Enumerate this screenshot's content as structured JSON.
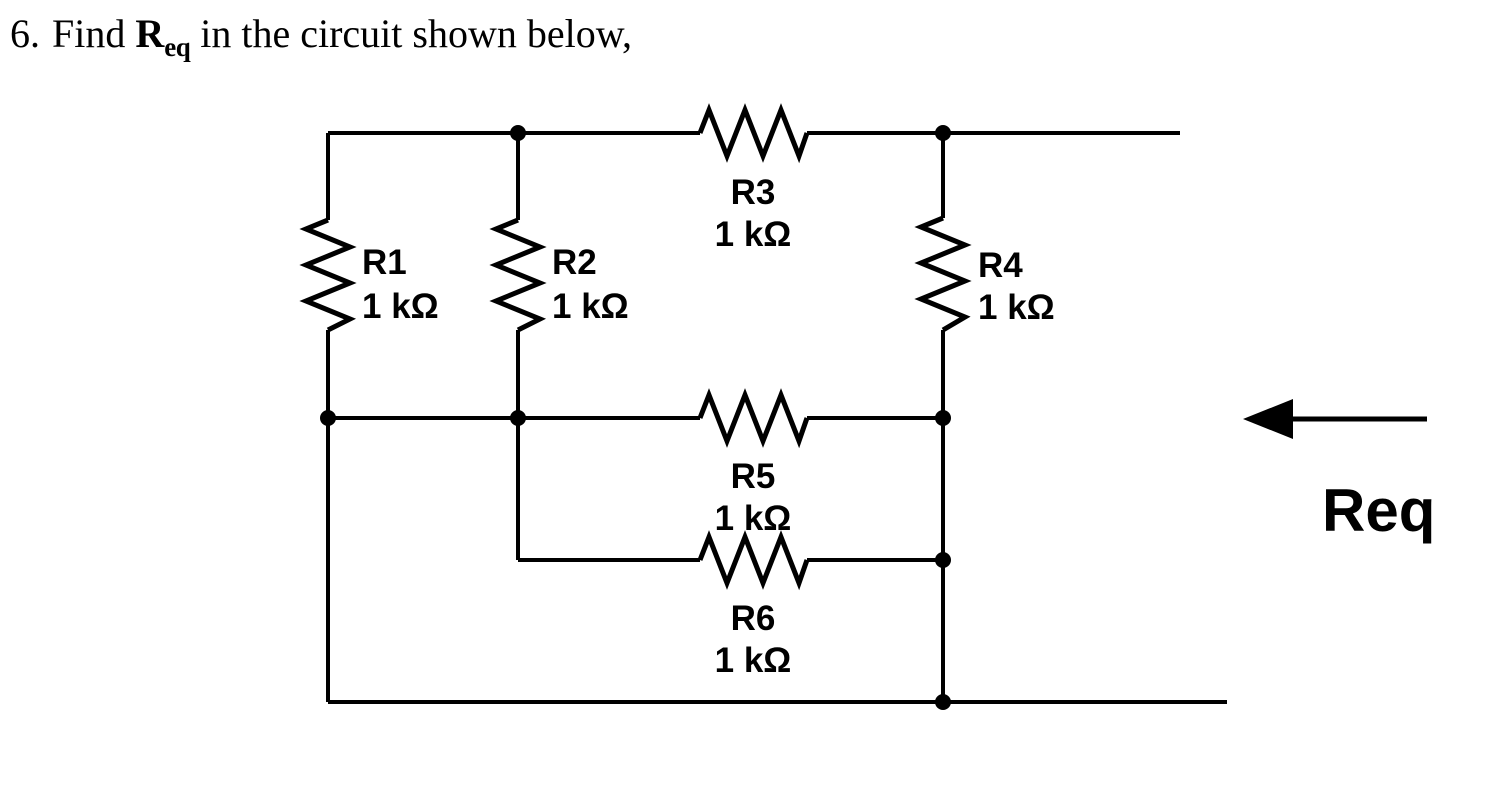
{
  "title": {
    "number": "6.",
    "find": "Find",
    "r_symbol": "R",
    "r_subscript": "eq",
    "rest": "in the circuit shown below,"
  },
  "circuit": {
    "resistors": [
      {
        "id": "R1",
        "value": "1 kΩ",
        "orientation": "vertical"
      },
      {
        "id": "R2",
        "value": "1 kΩ",
        "orientation": "vertical"
      },
      {
        "id": "R3",
        "value": "1 kΩ",
        "orientation": "horizontal"
      },
      {
        "id": "R4",
        "value": "1 kΩ",
        "orientation": "vertical"
      },
      {
        "id": "R5",
        "value": "1 kΩ",
        "orientation": "horizontal"
      },
      {
        "id": "R6",
        "value": "1 kΩ",
        "orientation": "horizontal"
      }
    ],
    "req_arrow_label": "Req",
    "colors": {
      "wire": "#000000",
      "background": "#ffffff"
    }
  }
}
